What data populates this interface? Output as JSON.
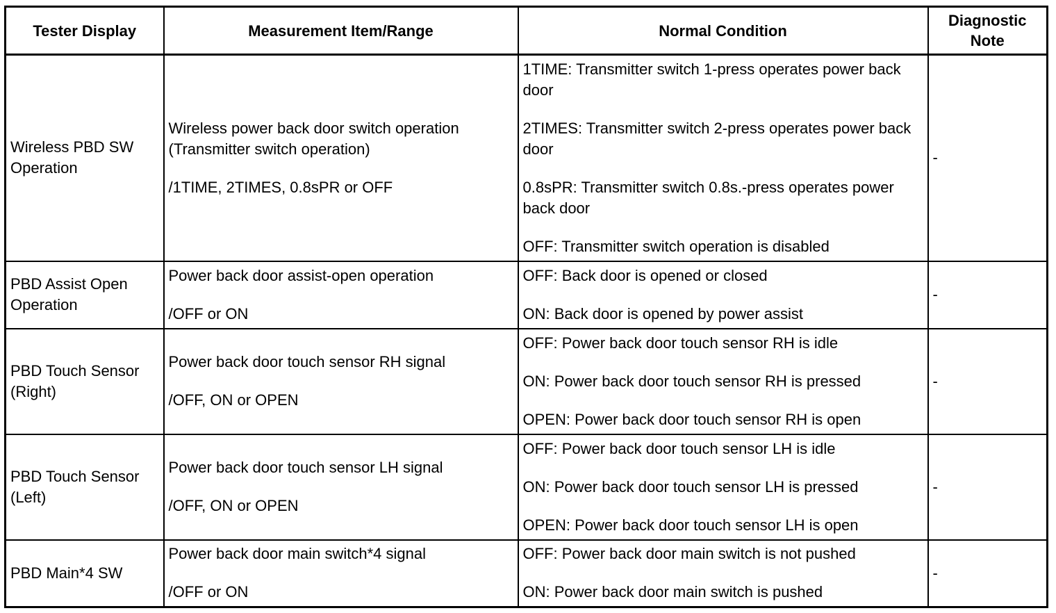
{
  "table": {
    "headers": {
      "tester_display": "Tester Display",
      "measurement": "Measurement Item/Range",
      "normal_condition": "Normal Condition",
      "diagnostic_note": "Diagnostic Note"
    },
    "rows": [
      {
        "tester_display": "Wireless PBD SW Operation",
        "measurement": [
          "Wireless power back door switch operation (Transmitter switch operation)",
          "/1TIME, 2TIMES, 0.8sPR or OFF"
        ],
        "normal_condition": [
          "1TIME: Transmitter switch 1-press operates power back door",
          "2TIMES: Transmitter switch 2-press operates power back door",
          "0.8sPR: Transmitter switch 0.8s.-press operates power back door",
          "OFF: Transmitter switch operation is disabled"
        ],
        "diagnostic_note": "-"
      },
      {
        "tester_display": "PBD Assist Open Operation",
        "measurement": [
          "Power back door assist-open operation",
          "/OFF or ON"
        ],
        "normal_condition": [
          "OFF: Back door is opened or closed",
          "ON: Back door is opened by power assist"
        ],
        "diagnostic_note": "-"
      },
      {
        "tester_display": "PBD Touch Sensor (Right)",
        "measurement": [
          "Power back door touch sensor RH signal",
          "/OFF, ON or OPEN"
        ],
        "normal_condition": [
          "OFF: Power back door touch sensor RH is idle",
          "ON: Power back door touch sensor RH is pressed",
          "OPEN: Power back door touch sensor RH is open"
        ],
        "diagnostic_note": "-"
      },
      {
        "tester_display": "PBD Touch Sensor (Left)",
        "measurement": [
          "Power back door touch sensor LH signal",
          "/OFF, ON or OPEN"
        ],
        "normal_condition": [
          "OFF: Power back door touch sensor LH is idle",
          "ON: Power back door touch sensor LH is pressed",
          "OPEN: Power back door touch sensor LH is open"
        ],
        "diagnostic_note": "-"
      },
      {
        "tester_display": "PBD Main*4 SW",
        "measurement": [
          "Power back door main switch*4 signal",
          "/OFF or ON"
        ],
        "normal_condition": [
          "OFF: Power back door main switch is not pushed",
          "ON: Power back door main switch is pushed"
        ],
        "diagnostic_note": "-"
      }
    ]
  }
}
